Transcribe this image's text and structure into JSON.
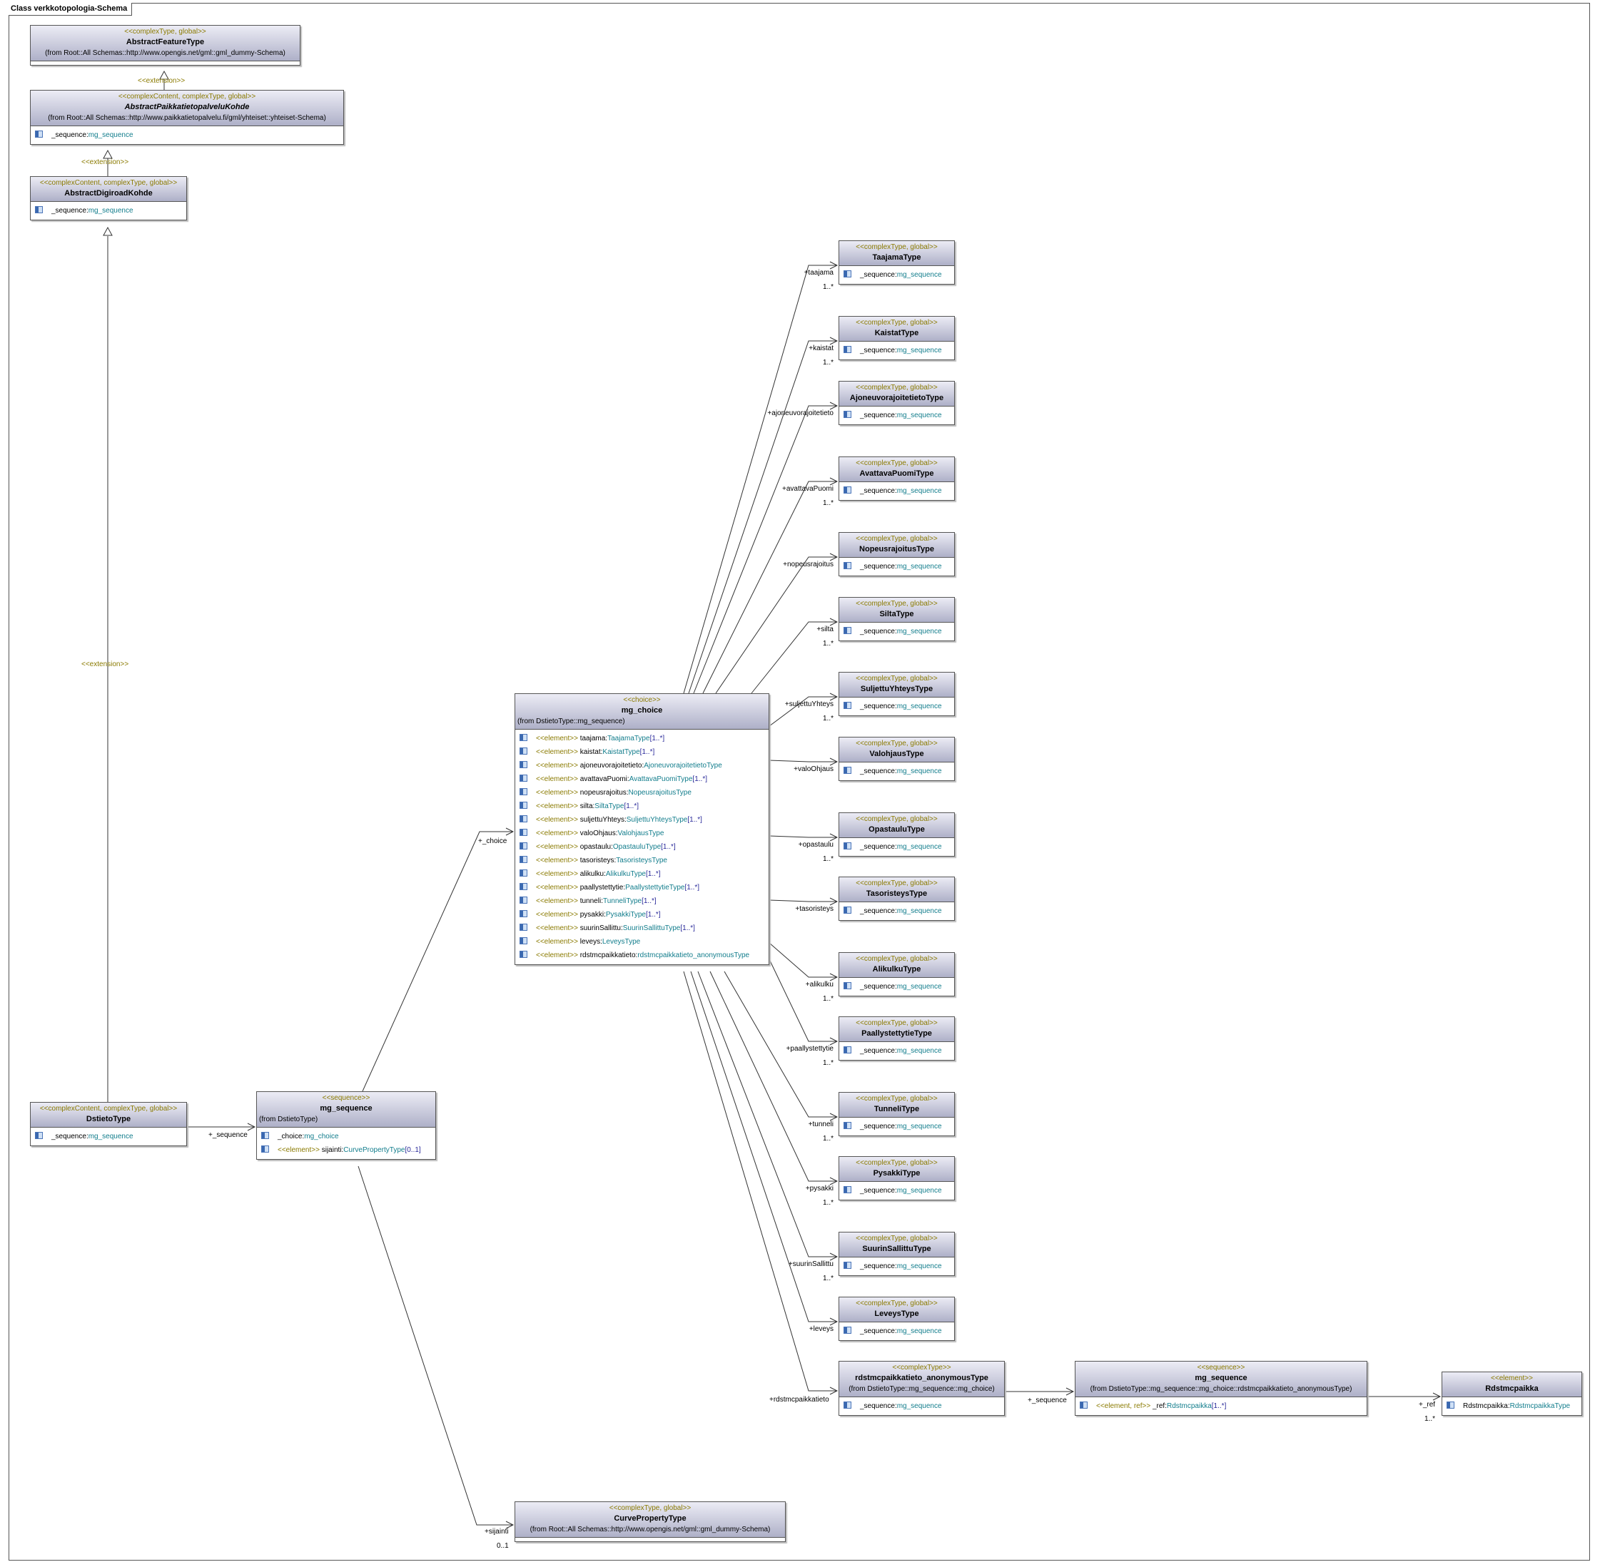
{
  "diagram": {
    "frame_title": "Class verkkotopologia-Schema"
  },
  "classes": {
    "abstract_feature": {
      "stereotype": "<<complexType, global>>",
      "name": "AbstractFeatureType",
      "from": "(from Root::All Schemas::http://www.opengis.net/gml::gml_dummy-Schema)"
    },
    "abstract_paikkatieto": {
      "stereotype": "<<complexContent, complexType, global>>",
      "name": "AbstractPaikkatietopalveluKohde",
      "from": "(from Root::All Schemas::http://www.paikkatietopalvelu.fi/gml/yhteiset::yhteiset-Schema)",
      "attr": {
        "name": "_sequence",
        "sep": ":",
        "type": "mg_sequence"
      }
    },
    "abstract_digiroad": {
      "stereotype": "<<complexContent, complexType, global>>",
      "name": "AbstractDigiroadKohde",
      "attr": {
        "name": "_sequence",
        "sep": ":",
        "type": "mg_sequence"
      }
    },
    "dstieto": {
      "stereotype": "<<complexContent, complexType, global>>",
      "name": "DstietoType",
      "attr": {
        "name": "_sequence",
        "sep": ":",
        "type": "mg_sequence"
      }
    },
    "mg_sequence_main": {
      "stereotype": "<<sequence>>",
      "name": "mg_sequence",
      "from": "(from DstietoType)",
      "attr1": {
        "name": "_choice",
        "sep": ":",
        "type": "mg_choice"
      },
      "attr2": {
        "stereo": "<<element>>",
        "name": "sijainti",
        "sep": ":",
        "type": "CurvePropertyType",
        "mult": "[0..1]"
      }
    },
    "mg_choice": {
      "stereotype": "<<choice>>",
      "name": "mg_choice",
      "from": "(from DstietoType::mg_sequence)",
      "attrs": [
        {
          "stereo": "<<element>>",
          "name": "taajama",
          "sep": ":",
          "type": "TaajamaType",
          "mult": "[1..*]"
        },
        {
          "stereo": "<<element>>",
          "name": "kaistat",
          "sep": ":",
          "type": "KaistatType",
          "mult": "[1..*]"
        },
        {
          "stereo": "<<element>>",
          "name": "ajoneuvorajoitetieto",
          "sep": ":",
          "type": "AjoneuvorajoitetietoType",
          "mult": ""
        },
        {
          "stereo": "<<element>>",
          "name": "avattavaPuomi",
          "sep": ":",
          "type": "AvattavaPuomiType",
          "mult": "[1..*]"
        },
        {
          "stereo": "<<element>>",
          "name": "nopeusrajoitus",
          "sep": ":",
          "type": "NopeusrajoitusType",
          "mult": ""
        },
        {
          "stereo": "<<element>>",
          "name": "silta",
          "sep": ":",
          "type": "SiltaType",
          "mult": "[1..*]"
        },
        {
          "stereo": "<<element>>",
          "name": "suljettuYhteys",
          "sep": ":",
          "type": "SuljettuYhteysType",
          "mult": "[1..*]"
        },
        {
          "stereo": "<<element>>",
          "name": "valoOhjaus",
          "sep": ":",
          "type": "ValohjausType",
          "mult": ""
        },
        {
          "stereo": "<<element>>",
          "name": "opastaulu",
          "sep": ":",
          "type": "OpastauluType",
          "mult": "[1..*]"
        },
        {
          "stereo": "<<element>>",
          "name": "tasoristeys",
          "sep": ":",
          "type": "TasoristeysType",
          "mult": ""
        },
        {
          "stereo": "<<element>>",
          "name": "alikulku",
          "sep": ":",
          "type": "AlikulkuType",
          "mult": "[1..*]"
        },
        {
          "stereo": "<<element>>",
          "name": "paallystettytie",
          "sep": ":",
          "type": "PaallystettytieType",
          "mult": "[1..*]"
        },
        {
          "stereo": "<<element>>",
          "name": "tunneli",
          "sep": ":",
          "type": "TunneliType",
          "mult": "[1..*]"
        },
        {
          "stereo": "<<element>>",
          "name": "pysakki",
          "sep": ":",
          "type": "PysakkiType",
          "mult": "[1..*]"
        },
        {
          "stereo": "<<element>>",
          "name": "suurinSallittu",
          "sep": ":",
          "type": "SuurinSallittuType",
          "mult": "[1..*]"
        },
        {
          "stereo": "<<element>>",
          "name": "leveys",
          "sep": ":",
          "type": "LeveysType",
          "mult": ""
        },
        {
          "stereo": "<<element>>",
          "name": "rdstmcpaikkatieto",
          "sep": ":",
          "type": "rdstmcpaikkatieto_anonymousType",
          "mult": ""
        }
      ]
    },
    "right_types": [
      {
        "stereotype": "<<complexType, global>>",
        "name": "TaajamaType",
        "attr_name": "_sequence",
        "sep": ":",
        "attr_type": "mg_sequence",
        "role": "+taajama",
        "mult": "1..*"
      },
      {
        "stereotype": "<<complexType, global>>",
        "name": "KaistatType",
        "attr_name": "_sequence",
        "sep": ":",
        "attr_type": "mg_sequence",
        "role": "+kaistat",
        "mult": "1..*"
      },
      {
        "stereotype": "<<complexType, global>>",
        "name": "AjoneuvorajoitetietoType",
        "attr_name": "_sequence",
        "sep": ":",
        "attr_type": "mg_sequence",
        "role": "+ajoneuvorajoitetieto",
        "mult": ""
      },
      {
        "stereotype": "<<complexType, global>>",
        "name": "AvattavaPuomiType",
        "attr_name": "_sequence",
        "sep": ":",
        "attr_type": "mg_sequence",
        "role": "+avattavaPuomi",
        "mult": "1..*"
      },
      {
        "stereotype": "<<complexType, global>>",
        "name": "NopeusrajoitusType",
        "attr_name": "_sequence",
        "sep": ":",
        "attr_type": "mg_sequence",
        "role": "+nopeusrajoitus",
        "mult": ""
      },
      {
        "stereotype": "<<complexType, global>>",
        "name": "SiltaType",
        "attr_name": "_sequence",
        "sep": ":",
        "attr_type": "mg_sequence",
        "role": "+silta",
        "mult": "1..*"
      },
      {
        "stereotype": "<<complexType, global>>",
        "name": "SuljettuYhteysType",
        "attr_name": "_sequence",
        "sep": ":",
        "attr_type": "mg_sequence",
        "role": "+suljettuYhteys",
        "mult": "1..*"
      },
      {
        "stereotype": "<<complexType, global>>",
        "name": "ValohjausType",
        "attr_name": "_sequence",
        "sep": ":",
        "attr_type": "mg_sequence",
        "role": "+valoOhjaus",
        "mult": ""
      },
      {
        "stereotype": "<<complexType, global>>",
        "name": "OpastauluType",
        "attr_name": "_sequence",
        "sep": ":",
        "attr_type": "mg_sequence",
        "role": "+opastaulu",
        "mult": "1..*"
      },
      {
        "stereotype": "<<complexType, global>>",
        "name": "TasoristeysType",
        "attr_name": "_sequence",
        "sep": ":",
        "attr_type": "mg_sequence",
        "role": "+tasoristeys",
        "mult": ""
      },
      {
        "stereotype": "<<complexType, global>>",
        "name": "AlikulkuType",
        "attr_name": "_sequence",
        "sep": ":",
        "attr_type": "mg_sequence",
        "role": "+alikulku",
        "mult": "1..*"
      },
      {
        "stereotype": "<<complexType, global>>",
        "name": "PaallystettytieType",
        "attr_name": "_sequence",
        "sep": ":",
        "attr_type": "mg_sequence",
        "role": "+paallystettytie",
        "mult": "1..*"
      },
      {
        "stereotype": "<<complexType, global>>",
        "name": "TunneliType",
        "attr_name": "_sequence",
        "sep": ":",
        "attr_type": "mg_sequence",
        "role": "+tunneli",
        "mult": "1..*"
      },
      {
        "stereotype": "<<complexType, global>>",
        "name": "PysakkiType",
        "attr_name": "_sequence",
        "sep": ":",
        "attr_type": "mg_sequence",
        "role": "+pysakki",
        "mult": "1..*"
      },
      {
        "stereotype": "<<complexType, global>>",
        "name": "SuurinSallittuType",
        "attr_name": "_sequence",
        "sep": ":",
        "attr_type": "mg_sequence",
        "role": "+suurinSallittu",
        "mult": "1..*"
      },
      {
        "stereotype": "<<complexType, global>>",
        "name": "LeveysType",
        "attr_name": "_sequence",
        "sep": ":",
        "attr_type": "mg_sequence",
        "role": "+leveys",
        "mult": ""
      }
    ],
    "rdstmc_anon": {
      "stereotype": "<<complexType>>",
      "name": "rdstmcpaikkatieto_anonymousType",
      "from": "(from DstietoType::mg_sequence::mg_choice)",
      "attr": {
        "name": "_sequence",
        "sep": ":",
        "type": "mg_sequence"
      }
    },
    "mg_sequence_rdstmc": {
      "stereotype": "<<sequence>>",
      "name": "mg_sequence",
      "from": "(from DstietoType::mg_sequence::mg_choice::rdstmcpaikkatieto_anonymousType)",
      "attr": {
        "stereo": "<<element, ref>>",
        "name": "_ref",
        "sep": ":",
        "type": "Rdstmcpaikka",
        "mult": "[1..*]"
      }
    },
    "rdstmcpaikka": {
      "stereotype": "<<element>>",
      "name": "Rdstmcpaikka",
      "attr": {
        "name": "Rdstmcpaikka",
        "sep": ":",
        "type": "RdstmcpaikkaType"
      }
    },
    "curve_property": {
      "stereotype": "<<complexType, global>>",
      "name": "CurvePropertyType",
      "from": "(from Root::All Schemas::http://www.opengis.net/gml::gml_dummy-Schema)"
    }
  },
  "links": {
    "extension": "<<extension>>",
    "seq_role": "+_sequence",
    "choice_role": "+_choice",
    "rdstmc_role": "+rdstmcpaikkatieto",
    "anon_seq_role": "+_sequence",
    "ref_role": "+_ref",
    "ref_mult": "1..*",
    "sijainti_role": "+sijainti",
    "sijainti_mult": "0..1"
  }
}
